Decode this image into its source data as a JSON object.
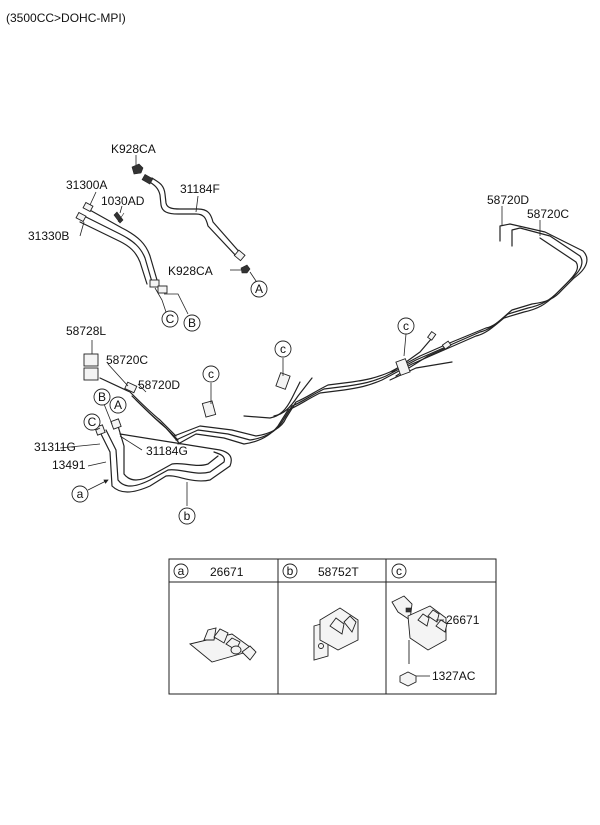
{
  "header": {
    "title": "(3500CC>DOHC-MPI)"
  },
  "labels": {
    "k928ca_top": "K928CA",
    "p31300a": "31300A",
    "p1030ad": "1030AD",
    "p31184f": "31184F",
    "p31330b": "31330B",
    "k928ca_mid": "K928CA",
    "p58720d_right": "58720D",
    "p58720c_right": "58720C",
    "p58728l": "58728L",
    "p58720c_left": "58720C",
    "p58720d_left": "58720D",
    "p31311g": "31311G",
    "p31184g": "31184G",
    "p13491": "13491"
  },
  "callouts": {
    "A": "A",
    "B": "B",
    "C": "C",
    "a": "a",
    "b": "b",
    "c": "c"
  },
  "legend": {
    "a": {
      "letter": "a",
      "part": "26671"
    },
    "b": {
      "letter": "b",
      "part": "58752T"
    },
    "c": {
      "letter": "c",
      "parts": [
        "26671",
        "1327AC"
      ]
    }
  }
}
